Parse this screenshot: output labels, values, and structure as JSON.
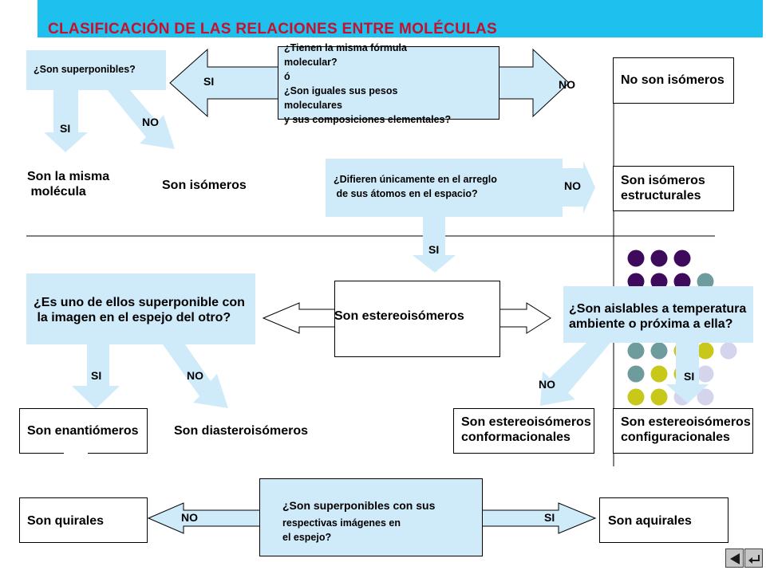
{
  "title": "CLASIFICACIÓN DE LAS RELACIONES ENTRE MOLÉCULAS",
  "questions": {
    "superponibles": "¿Son superponibles?",
    "formula": "¿Tienen la misma fórmula\nmolecular?\nó\n¿Son iguales sus pesos\nmoleculares\ny sus composiciones elementales?",
    "arreglo": "¿Difieren únicamente en el arreglo\n de sus átomos en el espacio?",
    "espejo": "¿Es uno de ellos superponible con\n la imagen en el espejo del otro?",
    "aislables": "¿Son aislables a temperatura\nambiente o próxima a ella?",
    "quiralidad_line1": "¿Son superponibles con sus",
    "quiralidad_line2": "respectivas imágenes en\nel espejo?"
  },
  "results": {
    "no_isomeros": "No son isómeros",
    "isomeros_estructurales": "Son isómeros\nestructurales",
    "misma_molecula": "Son la misma\n molécula",
    "isomeros": "Son isómeros",
    "estereoisomeros": "Son estereoisómeros",
    "enantiomeros": "Son enantiómeros",
    "diasteroisomeros": "Son diasteroisómeros",
    "conformacionales": "Son estereoisómeros\nconformacionales",
    "configuracionales": "Son estereoisómeros\nconfiguracionales",
    "quirales": "Son quirales",
    "aquirales": "Son aquirales"
  },
  "labels": {
    "si": "SI",
    "no": "NO"
  },
  "colors": {
    "title_bar": "#1ec0ee",
    "title_text": "#c8102e",
    "box_fill": "#cfeaf9",
    "dot_purple": "#3d0a5c",
    "dot_teal": "#6e9c9c",
    "dot_yellow": "#c8c81a",
    "dot_lavender": "#d4d4ec"
  },
  "dots_grid": [
    [
      "purple",
      "purple",
      "purple",
      "none",
      "none"
    ],
    [
      "purple",
      "purple",
      "purple",
      "teal",
      "none"
    ],
    [
      "none",
      "none",
      "none",
      "none",
      "none"
    ],
    [
      "none",
      "none",
      "none",
      "none",
      "none"
    ],
    [
      "teal",
      "teal",
      "yellow",
      "yellow",
      "lavender"
    ],
    [
      "teal",
      "yellow",
      "yellow",
      "lavender",
      "none"
    ],
    [
      "yellow",
      "yellow",
      "lavender",
      "lavender",
      "none"
    ]
  ],
  "nav": {
    "prev_icon": "triangle-left-icon",
    "end_icon": "arrow-back-icon"
  }
}
